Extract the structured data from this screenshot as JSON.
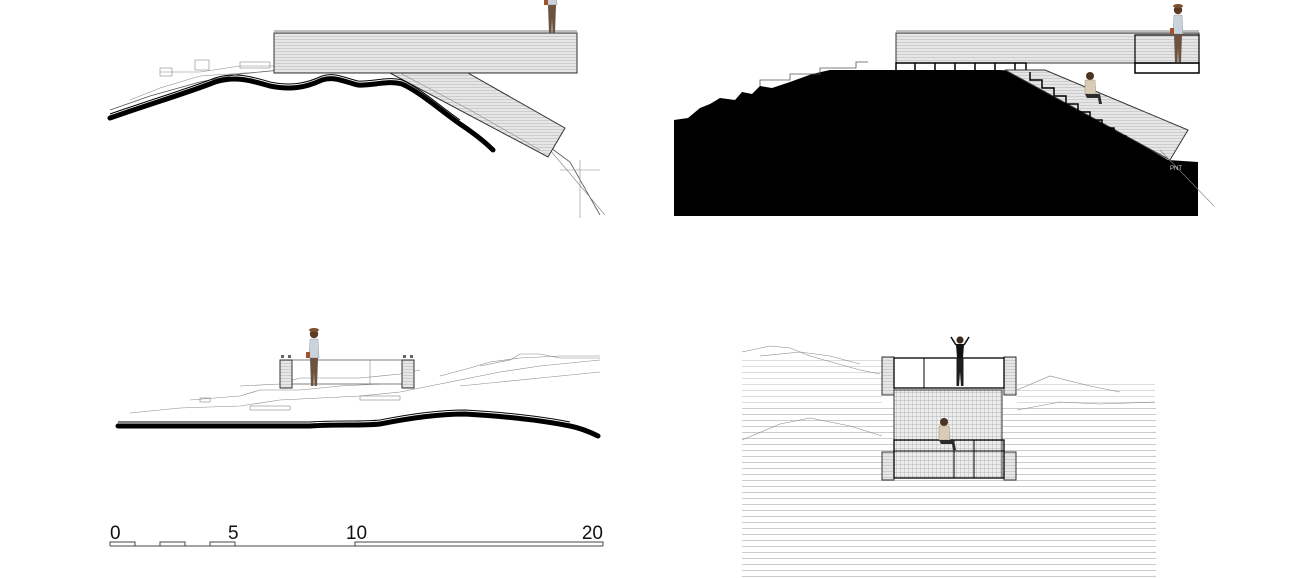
{
  "scale_bar": {
    "ticks": [
      {
        "label": "0",
        "value": 0
      },
      {
        "label": "5",
        "value": 5
      },
      {
        "label": "10",
        "value": 10
      },
      {
        "label": "20",
        "value": 20
      }
    ]
  },
  "section_tag": "PNT",
  "colors": {
    "ink": "#000000",
    "deck_fill": "#e4e4e4",
    "line": "#555555",
    "figure_shirt": "#c9d3dc",
    "figure_pants": "#6b5340",
    "figure_bag": "#a0522d"
  }
}
